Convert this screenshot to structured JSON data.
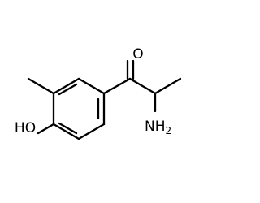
{
  "molecule": {
    "atoms": {
      "oxygen_carbonyl": "O",
      "hydroxyl": "HO",
      "amine_main": "NH",
      "amine_subscript": "2"
    }
  }
}
